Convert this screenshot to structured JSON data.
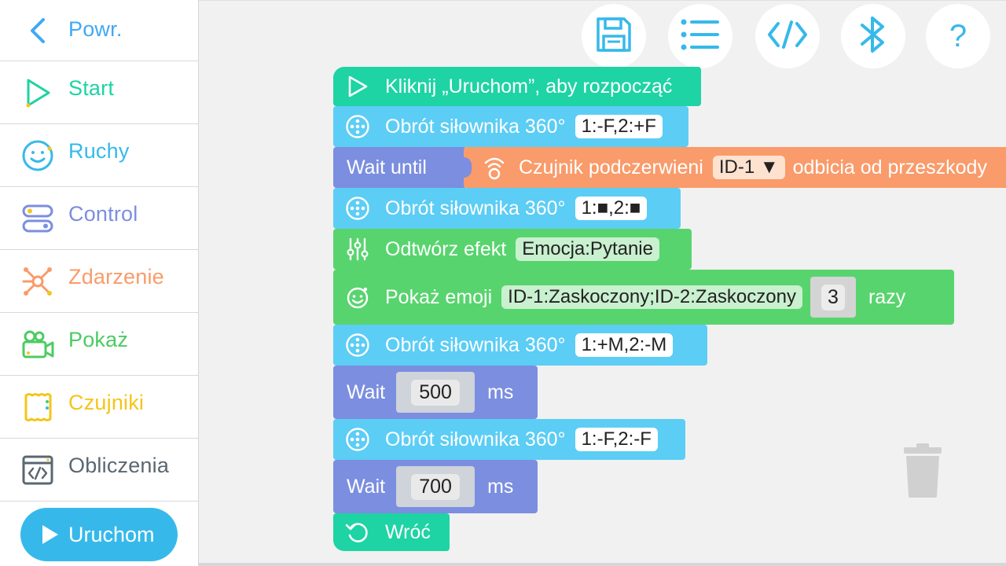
{
  "sidebar": {
    "items": [
      {
        "label": "Powr.",
        "color": "#3fa9f5",
        "icon": "chevron-left-icon"
      },
      {
        "label": "Start",
        "color": "#1ed3a4",
        "icon": "play-outline-icon"
      },
      {
        "label": "Ruchy",
        "color": "#36b9ea",
        "icon": "smiley-icon"
      },
      {
        "label": "Control",
        "color": "#7b8ee0",
        "icon": "toggle-icon"
      },
      {
        "label": "Zdarzenie",
        "color": "#f99b6a",
        "icon": "network-icon"
      },
      {
        "label": "Pokaż",
        "color": "#4ccb62",
        "icon": "camera-icon"
      },
      {
        "label": "Czujniki",
        "color": "#f5c518",
        "icon": "sensor-icon"
      },
      {
        "label": "Obliczenia",
        "color": "#5a6770",
        "icon": "code-window-icon"
      }
    ],
    "run_label": "Uruchom"
  },
  "toolbar": {
    "buttons": [
      "save-icon",
      "list-icon",
      "code-icon",
      "bluetooth-icon",
      "help-icon"
    ],
    "help_glyph": "?"
  },
  "blocks": {
    "start": {
      "label": "Kliknij „Uruchom”, aby rozpocząć"
    },
    "motor1": {
      "label": "Obrót siłownika 360°",
      "value": "1:-F,2:+F"
    },
    "wait_until": {
      "label": "Wait until",
      "sensor_label": "Czujnik podczerwieni",
      "sensor_id": "ID-1 ▼",
      "condition": "odbicia od przeszkody"
    },
    "motor2": {
      "label": "Obrót siłownika 360°",
      "value": "1:■,2:■"
    },
    "effect": {
      "label": "Odtwórz efekt",
      "value": "Emocja:Pytanie"
    },
    "emoji": {
      "label": "Pokaż emoji",
      "value": "ID-1:Zaskoczony;ID-2:Zaskoczony",
      "count": "3",
      "suffix": "razy"
    },
    "motor3": {
      "label": "Obrót siłownika 360°",
      "value": "1:+M,2:-M"
    },
    "wait1": {
      "label": "Wait",
      "value": "500",
      "unit": "ms"
    },
    "motor4": {
      "label": "Obrót siłownika 360°",
      "value": "1:-F,2:-F"
    },
    "wait2": {
      "label": "Wait",
      "value": "700",
      "unit": "ms"
    },
    "back": {
      "label": "Wróć"
    }
  },
  "colors": {
    "start": "#1ed3a4",
    "motor": "#5ccdf5",
    "wait": "#7b8ee0",
    "sensor": "#f99b6a",
    "show": "#58d46e",
    "run_button": "#36b9ea"
  }
}
